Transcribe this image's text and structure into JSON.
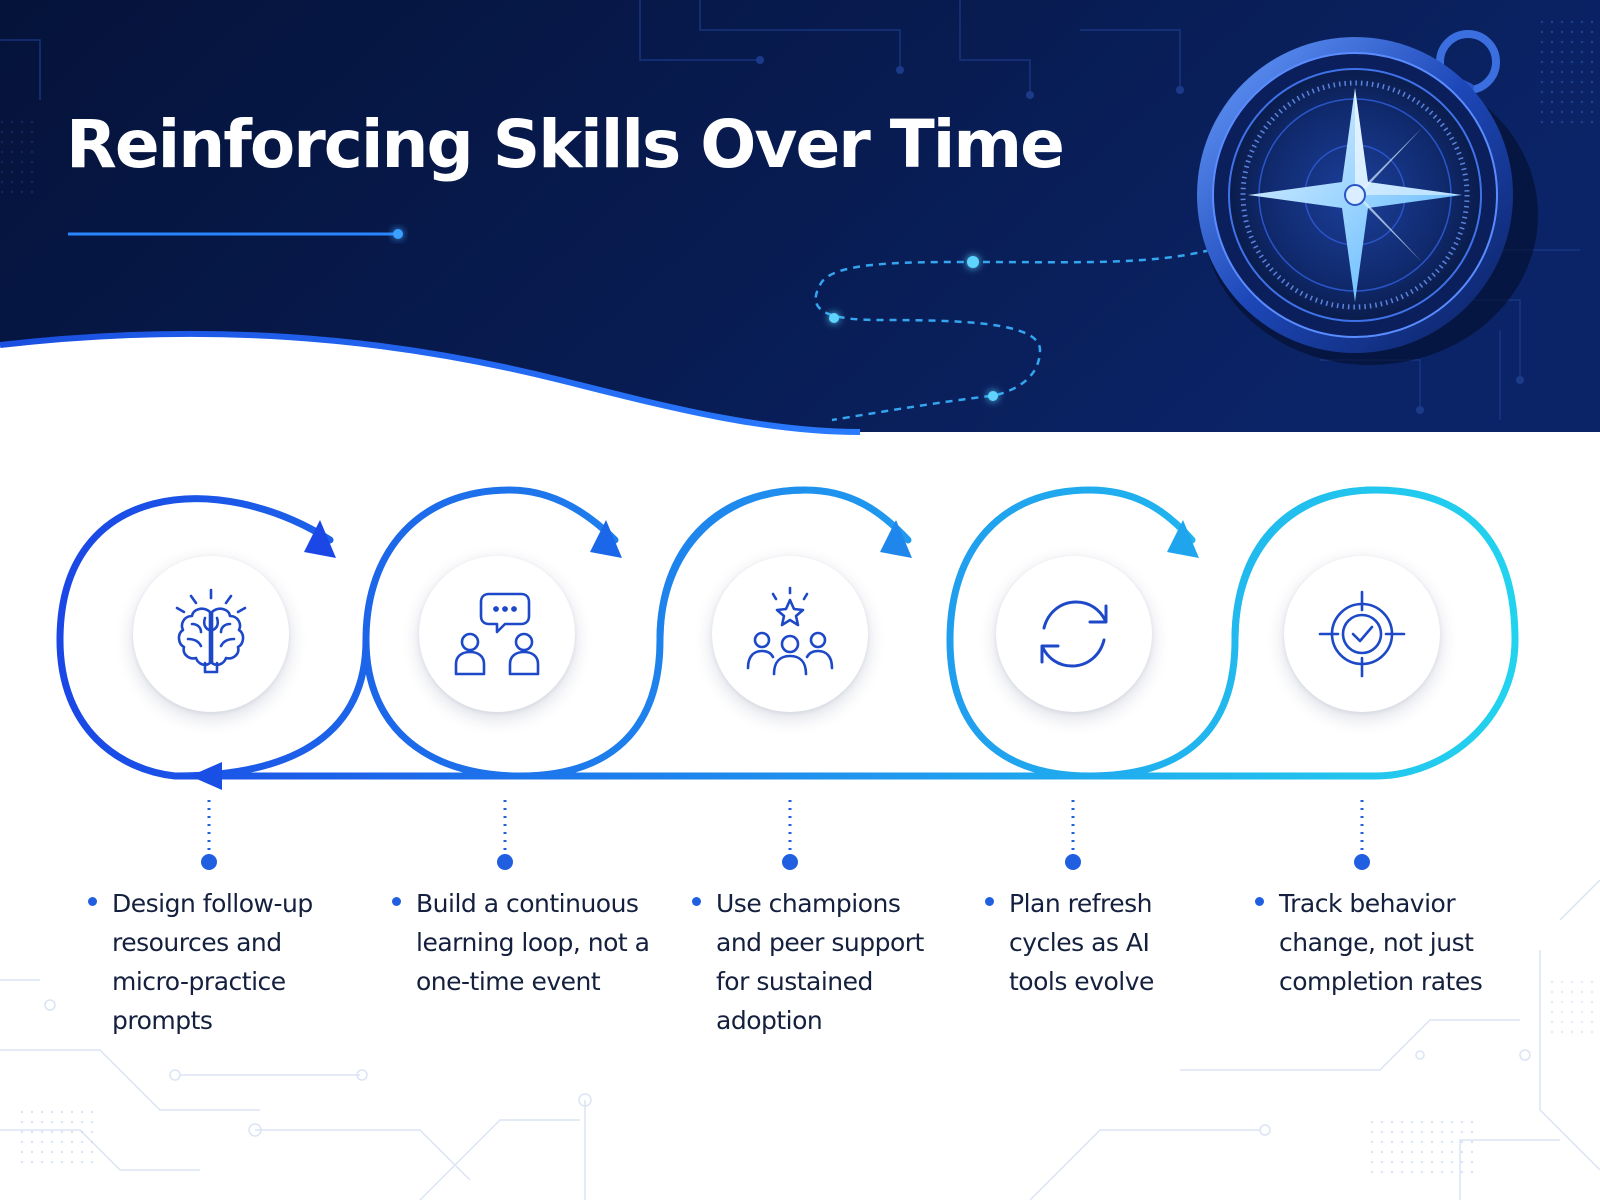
{
  "header": {
    "title": "Reinforcing Skills Over Time"
  },
  "colors": {
    "navy_dark": "#05133a",
    "navy_mid": "#0b2467",
    "accent_blue": "#1a4fe0",
    "accent_cyan": "#22d3ee",
    "text_dark": "#14203d"
  },
  "icons": {
    "header_decoration": "compass-icon",
    "steps": [
      "brain-icon",
      "conversation-icon",
      "team-star-icon",
      "refresh-icon",
      "target-check-icon"
    ]
  },
  "steps": [
    {
      "text": "Design follow-up resources and micro-practice prompts"
    },
    {
      "text": "Build a continuous learning loop, not a one-time event"
    },
    {
      "text": "Use champions and peer support for sustained adoption"
    },
    {
      "text": "Plan refresh cycles as AI tools evolve"
    },
    {
      "text": "Track behavior change, not just completion rates"
    }
  ]
}
